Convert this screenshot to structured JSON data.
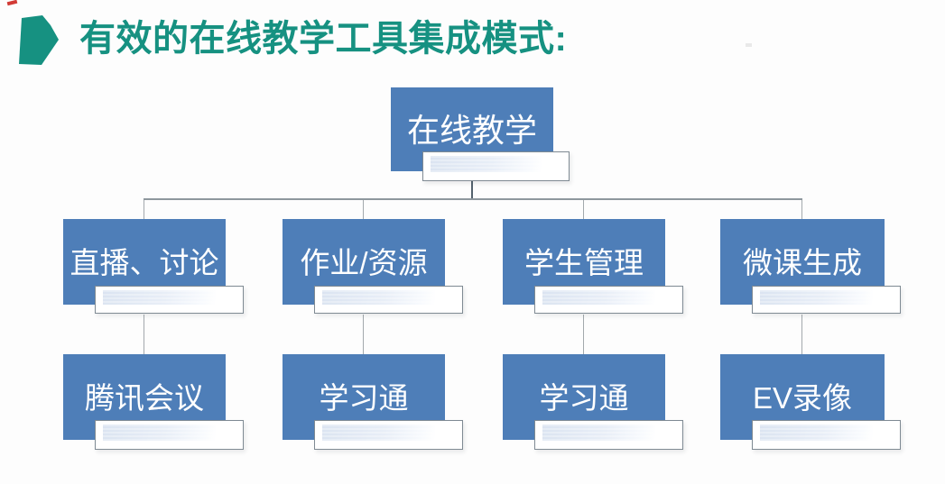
{
  "header": {
    "title": "有效的在线教学工具集成模式:"
  },
  "icons": {
    "bullet_arrow": "pentagon-play-arrow",
    "red_mark": "small-red-dash"
  },
  "colors": {
    "title_green": "#169181",
    "arrow_green": "#169181",
    "node_blue": "#4e7eb8",
    "node_text": "#ffffff",
    "connector_gray": "#a3a9ad",
    "connector_dark": "#53626d",
    "reflection_border": "#7f8a93",
    "reflection_fill": "#e3eaf4",
    "red_mark": "#d23b35"
  },
  "diagram": {
    "type": "org-chart",
    "root": {
      "label": "在线教学"
    },
    "branches": [
      {
        "category": "直播、讨论",
        "tool": "腾讯会议"
      },
      {
        "category": "作业/资源",
        "tool": "学习通"
      },
      {
        "category": "学生管理",
        "tool": "学习通"
      },
      {
        "category": "微课生成",
        "tool": "EV录像"
      }
    ]
  }
}
